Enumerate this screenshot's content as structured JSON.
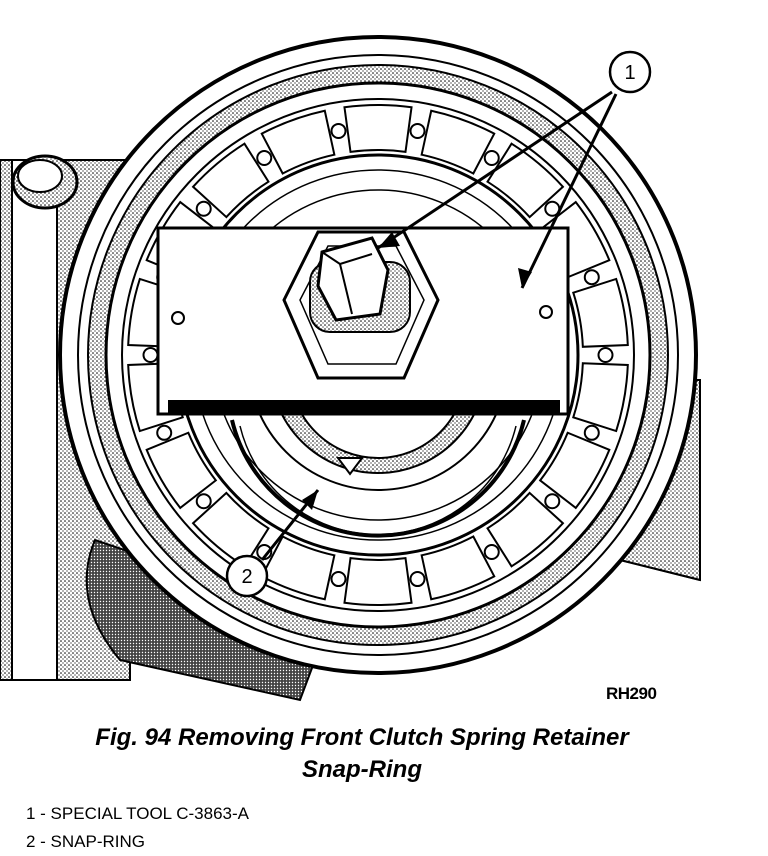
{
  "figure": {
    "callouts": [
      {
        "number": "1"
      },
      {
        "number": "2"
      }
    ],
    "code": "RH290"
  },
  "caption": {
    "line1": "Fig. 94 Removing Front Clutch Spring Retainer",
    "line2": "Snap-Ring"
  },
  "legend": {
    "items": [
      {
        "text": "1 - SPECIAL TOOL C-3863-A"
      },
      {
        "text": "2 - SNAP-RING"
      }
    ]
  }
}
